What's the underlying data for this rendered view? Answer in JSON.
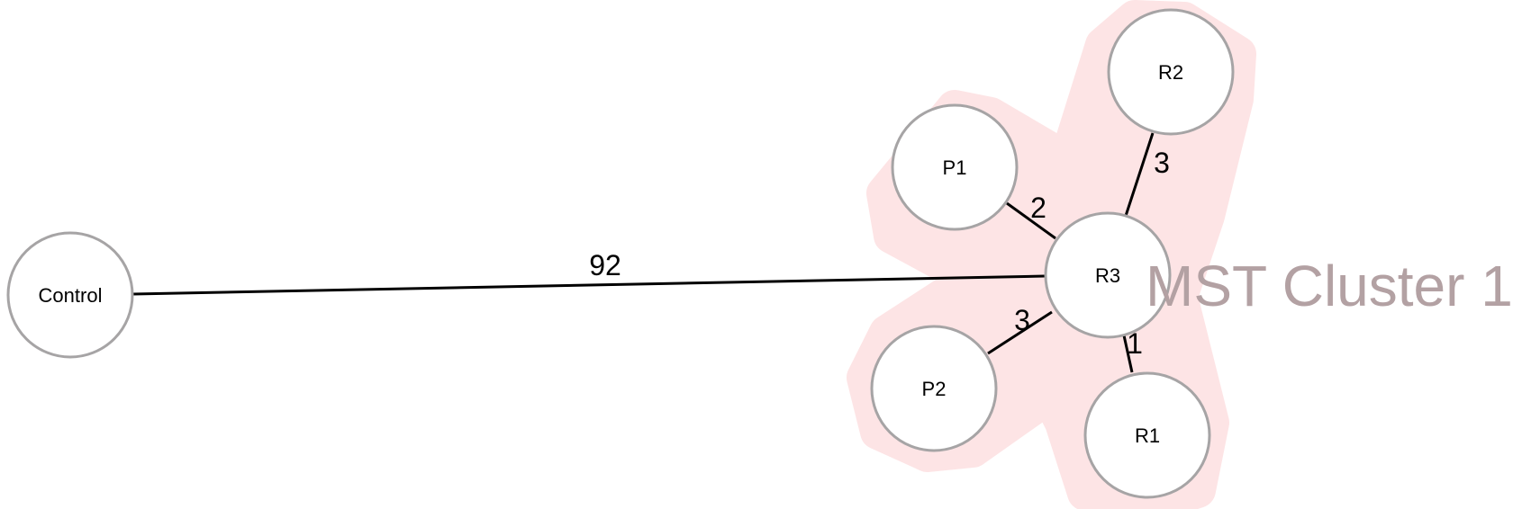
{
  "diagram": {
    "nodes": [
      {
        "id": "Control",
        "label": "Control"
      },
      {
        "id": "R3",
        "label": "R3"
      },
      {
        "id": "P1",
        "label": "P1"
      },
      {
        "id": "P2",
        "label": "P2"
      },
      {
        "id": "R1",
        "label": "R1"
      },
      {
        "id": "R2",
        "label": "R2"
      }
    ],
    "edges": [
      {
        "id": "control-r3",
        "from": "Control",
        "to": "R3",
        "label": "92"
      },
      {
        "id": "p1-r3",
        "from": "P1",
        "to": "R3",
        "label": "2"
      },
      {
        "id": "r2-r3",
        "from": "R2",
        "to": "R3",
        "label": "3"
      },
      {
        "id": "p2-r3",
        "from": "P2",
        "to": "R3",
        "label": "3"
      },
      {
        "id": "r1-r3",
        "from": "R1",
        "to": "R3",
        "label": "1"
      }
    ],
    "cluster": {
      "label": "MST Cluster 1",
      "members": [
        "R3",
        "P1",
        "P2",
        "R1",
        "R2"
      ]
    },
    "colors": {
      "cluster_fill": "#fde4e5",
      "cluster_text": "#b3a1a3",
      "node_stroke": "#a6a4a5",
      "node_fill": "#ffffff",
      "edge": "#000000"
    }
  }
}
